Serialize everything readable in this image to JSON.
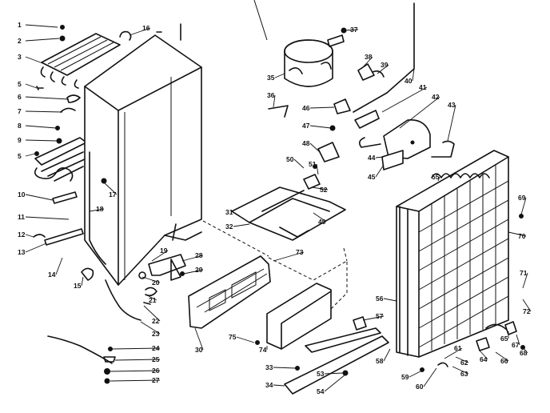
{
  "callouts": [
    {
      "id": "1",
      "label": "1"
    },
    {
      "id": "2",
      "label": "2"
    },
    {
      "id": "3",
      "label": "3"
    },
    {
      "id": "5",
      "label": "5"
    },
    {
      "id": "6",
      "label": "6"
    },
    {
      "id": "7",
      "label": "7"
    },
    {
      "id": "8",
      "label": "8"
    },
    {
      "id": "9",
      "label": "9"
    },
    {
      "id": "10",
      "label": "10"
    },
    {
      "id": "11",
      "label": "11"
    },
    {
      "id": "12",
      "label": "12"
    },
    {
      "id": "13",
      "label": "13"
    },
    {
      "id": "14",
      "label": "14"
    },
    {
      "id": "15",
      "label": "15"
    },
    {
      "id": "16",
      "label": "16"
    },
    {
      "id": "17",
      "label": "17"
    },
    {
      "id": "18",
      "label": "18"
    },
    {
      "id": "19",
      "label": "19"
    },
    {
      "id": "20",
      "label": "20"
    },
    {
      "id": "21",
      "label": "21"
    },
    {
      "id": "22",
      "label": "22"
    },
    {
      "id": "23",
      "label": "23"
    },
    {
      "id": "24",
      "label": "24"
    },
    {
      "id": "25",
      "label": "25"
    },
    {
      "id": "26",
      "label": "26"
    },
    {
      "id": "27",
      "label": "27"
    },
    {
      "id": "28",
      "label": "28"
    },
    {
      "id": "29",
      "label": "29"
    },
    {
      "id": "30",
      "label": "30"
    },
    {
      "id": "31",
      "label": "31"
    },
    {
      "id": "32",
      "label": "32"
    },
    {
      "id": "33",
      "label": "33"
    },
    {
      "id": "34",
      "label": "34"
    },
    {
      "id": "35",
      "label": "35"
    },
    {
      "id": "36",
      "label": "36"
    },
    {
      "id": "37",
      "label": "37"
    },
    {
      "id": "38",
      "label": "38"
    },
    {
      "id": "39",
      "label": "39"
    },
    {
      "id": "40",
      "label": "40"
    },
    {
      "id": "41",
      "label": "41"
    },
    {
      "id": "42",
      "label": "42"
    },
    {
      "id": "43",
      "label": "43"
    },
    {
      "id": "44",
      "label": "44"
    },
    {
      "id": "45",
      "label": "45"
    },
    {
      "id": "46",
      "label": "46"
    },
    {
      "id": "47",
      "label": "47"
    },
    {
      "id": "48",
      "label": "48"
    },
    {
      "id": "49",
      "label": "49"
    },
    {
      "id": "50",
      "label": "50"
    },
    {
      "id": "51",
      "label": "51"
    },
    {
      "id": "52",
      "label": "52"
    },
    {
      "id": "53",
      "label": "53"
    },
    {
      "id": "54",
      "label": "54"
    },
    {
      "id": "55",
      "label": "55"
    },
    {
      "id": "56",
      "label": "56"
    },
    {
      "id": "57",
      "label": "57"
    },
    {
      "id": "58",
      "label": "58"
    },
    {
      "id": "59",
      "label": "59"
    },
    {
      "id": "60",
      "label": "60"
    },
    {
      "id": "61",
      "label": "61"
    },
    {
      "id": "62",
      "label": "62"
    },
    {
      "id": "63",
      "label": "63"
    },
    {
      "id": "64",
      "label": "64"
    },
    {
      "id": "65",
      "label": "65"
    },
    {
      "id": "66",
      "label": "66"
    },
    {
      "id": "67",
      "label": "67"
    },
    {
      "id": "68",
      "label": "68"
    },
    {
      "id": "69",
      "label": "69"
    },
    {
      "id": "70",
      "label": "70"
    },
    {
      "id": "71",
      "label": "71"
    },
    {
      "id": "72",
      "label": "72"
    },
    {
      "id": "73",
      "label": "73"
    },
    {
      "id": "74",
      "label": "74"
    },
    {
      "id": "75",
      "label": "75"
    },
    {
      "id": "5b",
      "label": "5"
    }
  ]
}
